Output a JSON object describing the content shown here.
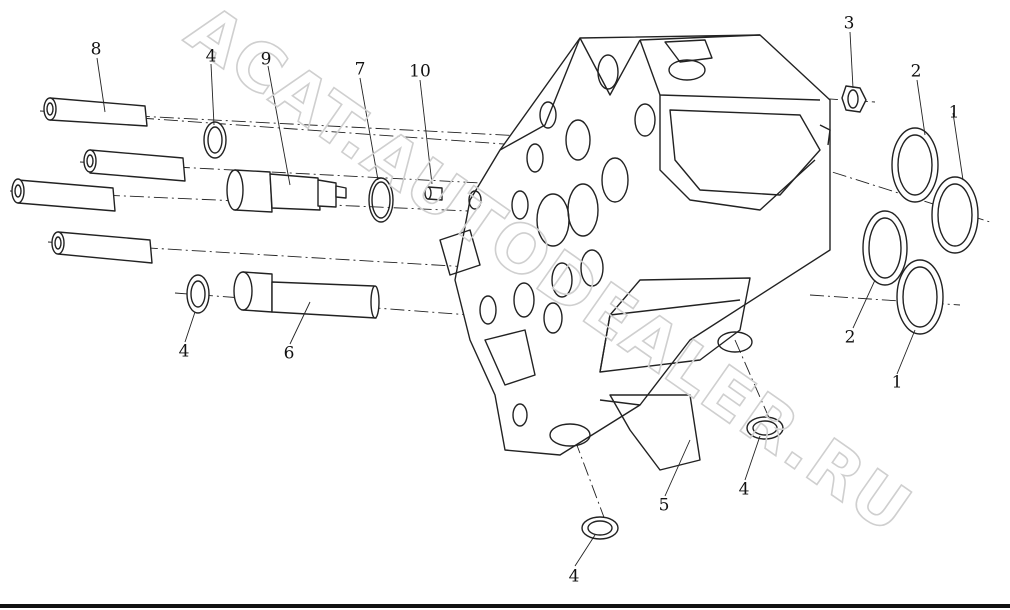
{
  "diagram": {
    "watermark": "ACAT.AUTODEALER.RU",
    "part_labels": [
      "8",
      "4",
      "9",
      "7",
      "10",
      "3",
      "2",
      "1",
      "2",
      "1",
      "4",
      "6",
      "5",
      "4",
      "4"
    ]
  },
  "colors": {
    "line": "#222222",
    "watermark": "#cfcfcf",
    "background": "#ffffff"
  }
}
